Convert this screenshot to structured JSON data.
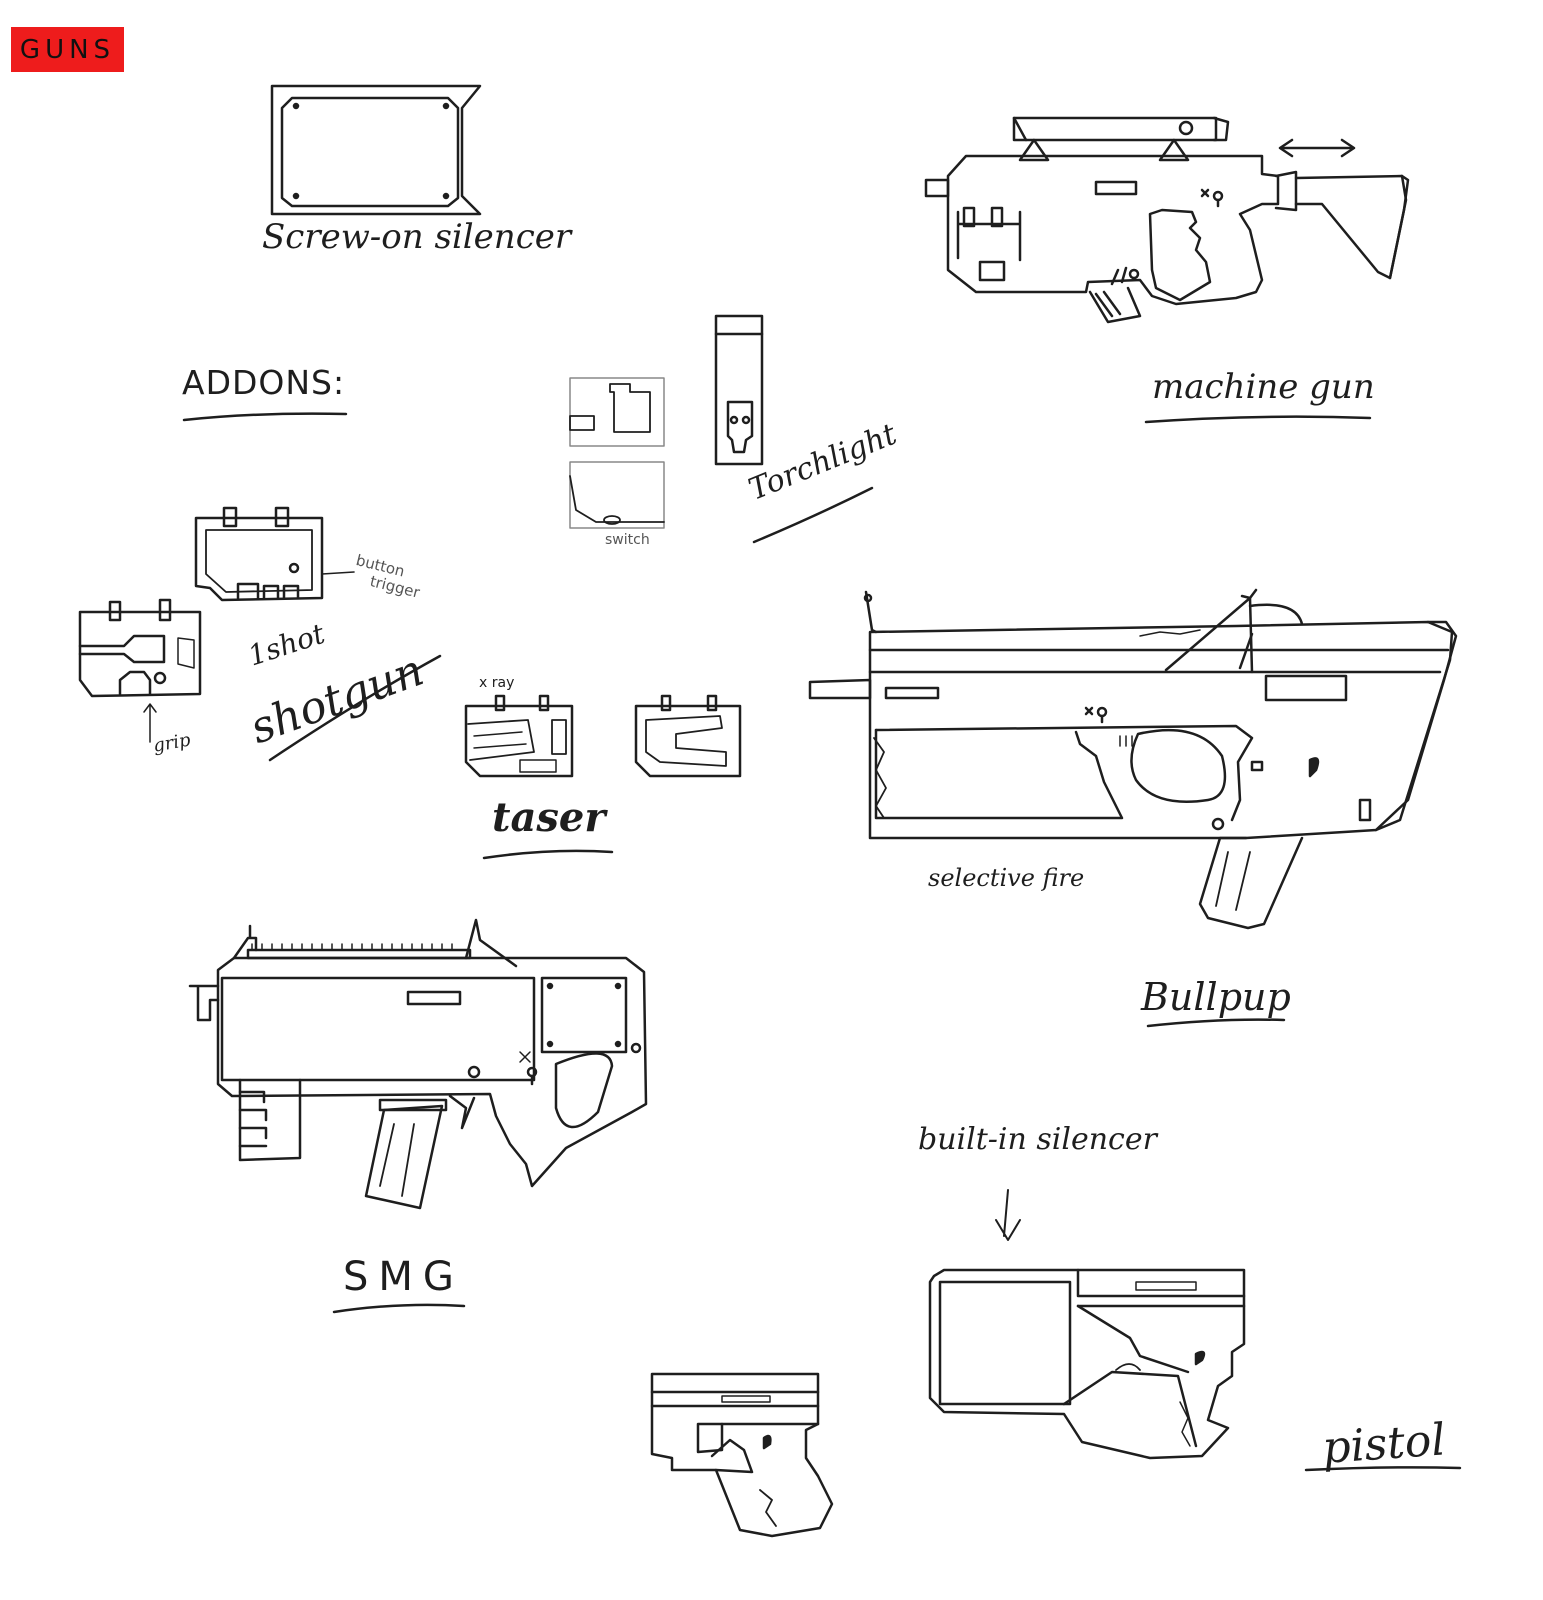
{
  "sheet": {
    "tag": "GUNS",
    "tag_color": "#ee1c1c",
    "ink_color": "#1e1e1e",
    "background_color": "#ffffff"
  },
  "labels": {
    "screw_on_silencer": "Screw-on silencer",
    "addons": "ADDONS:",
    "machine_gun": "machine gun",
    "torchlight": "Torchlight",
    "switch": "switch",
    "button": "button",
    "trigger": "trigger",
    "one_shot": "1shot",
    "shotgun": "shotgun",
    "grip": "grip",
    "x_ray": "x ray",
    "taser": "taser",
    "selective_fire": "selective fire",
    "bullpup": "Bullpup",
    "smg": "SMG",
    "built_in_silencer": "built-in silencer",
    "pistol": "pistol"
  }
}
